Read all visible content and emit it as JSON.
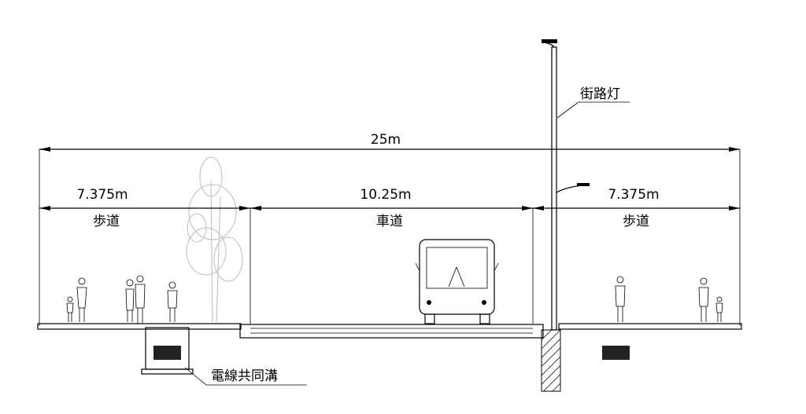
{
  "dimensions": {
    "total_width": "25m",
    "left_sidewalk_width": "7.375m",
    "roadway_width": "10.25m",
    "right_sidewalk_width": "7.375m"
  },
  "labels": {
    "left_sidewalk": "歩道",
    "roadway": "車道",
    "right_sidewalk": "歩道",
    "street_light": "街路灯",
    "utility_conduit": "電線共同溝"
  }
}
